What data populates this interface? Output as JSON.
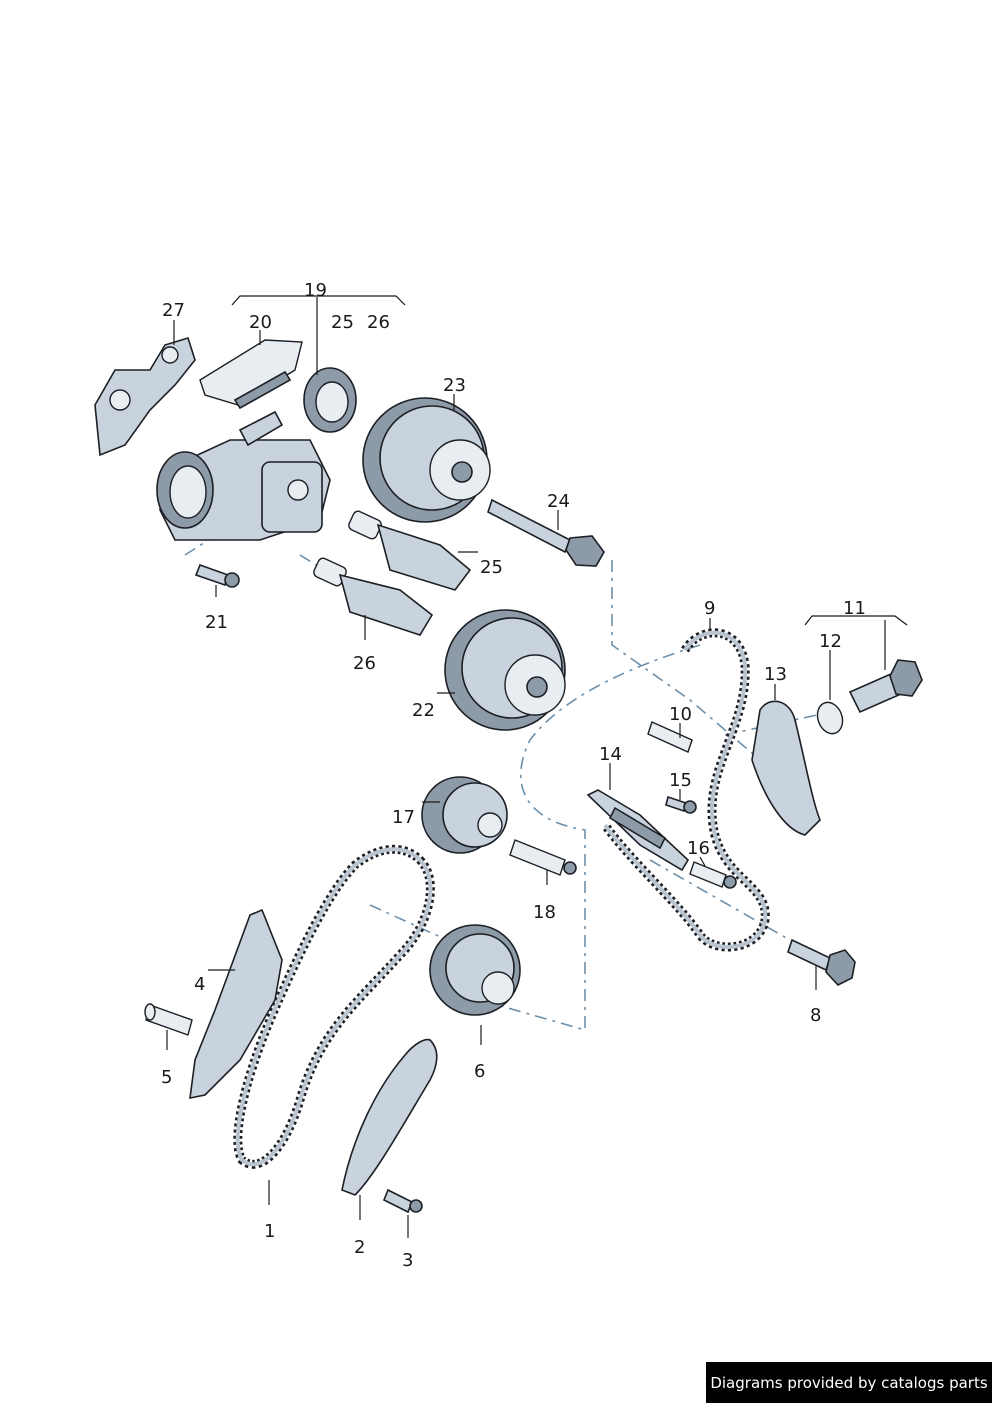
{
  "labels": {
    "l1": "1",
    "l2": "2",
    "l3": "3",
    "l4": "4",
    "l5": "5",
    "l6": "6",
    "l8": "8",
    "l9": "9",
    "l10": "10",
    "l11": "11",
    "l12": "12",
    "l13": "13",
    "l14": "14",
    "l15": "15",
    "l16": "16",
    "l17": "17",
    "l18": "18",
    "l19": "19",
    "l20": "20",
    "l21": "21",
    "l22": "22",
    "l23": "23",
    "l24": "24",
    "l25a": "25",
    "l25b": "25",
    "l26a": "26",
    "l26b": "26",
    "l27": "27"
  },
  "credit": "Diagrams provided by catalogs parts"
}
